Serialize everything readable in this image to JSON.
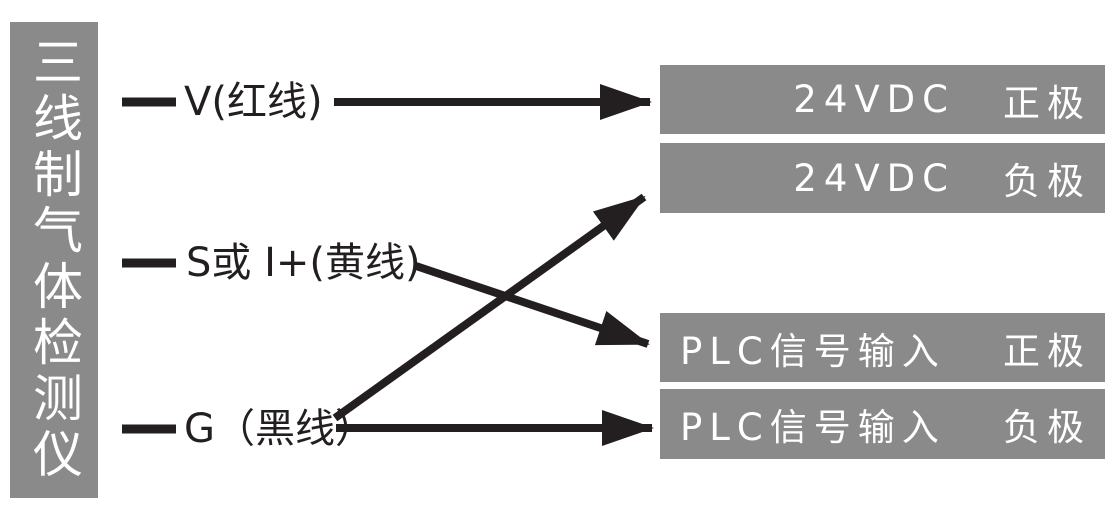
{
  "device": {
    "label": "三线制气体检测仪"
  },
  "wires": [
    {
      "id": "V",
      "label": "V(红线)"
    },
    {
      "id": "S",
      "label": "S或 I+(黄线)"
    },
    {
      "id": "G",
      "label": "G（黑线）"
    }
  ],
  "terminals": [
    {
      "id": "24vdc-pos",
      "name": "24VDC",
      "polarity": "正极"
    },
    {
      "id": "24vdc-neg",
      "name": "24VDC",
      "polarity": "负极"
    },
    {
      "id": "plc-pos",
      "name": "PLC信号输入",
      "polarity": "正极"
    },
    {
      "id": "plc-neg",
      "name": "PLC信号输入",
      "polarity": "负极"
    }
  ],
  "connections": [
    {
      "from": "V",
      "to": "24vdc-pos"
    },
    {
      "from": "S",
      "to": "plc-pos"
    },
    {
      "from": "G",
      "to": "24vdc-neg"
    },
    {
      "from": "G",
      "to": "plc-neg"
    }
  ],
  "colors": {
    "panel_gray": "#8a8a8a",
    "line_black": "#231f20",
    "text_white": "#ffffff",
    "background": "#ffffff"
  }
}
